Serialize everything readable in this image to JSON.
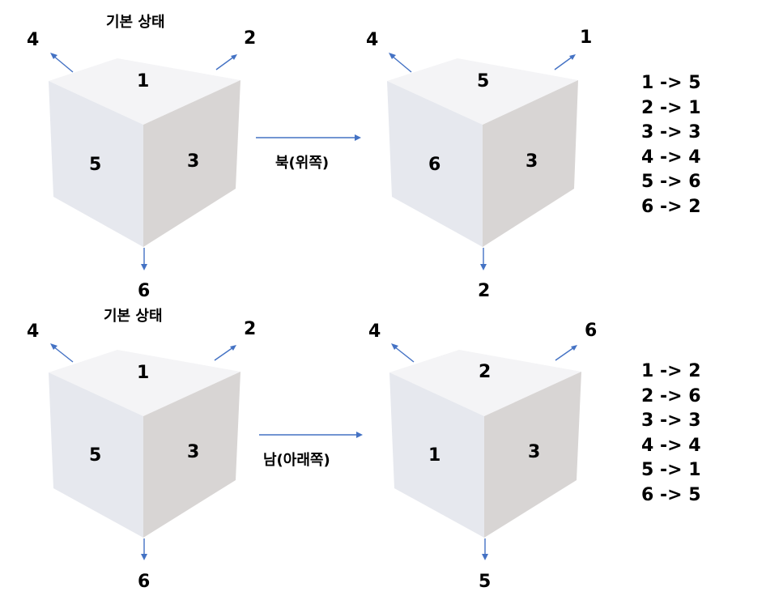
{
  "panels": [
    {
      "caption": "기본 상태",
      "before": {
        "top": "1",
        "front": "5",
        "side": "3",
        "dir_left": "4",
        "dir_right": "2",
        "dir_down": "6"
      },
      "move_label": "북(위쪽)",
      "after": {
        "top": "5",
        "front": "6",
        "side": "3",
        "dir_left": "4",
        "dir_right": "1",
        "dir_down": "2"
      },
      "mapping": [
        "1 -> 5",
        "2 -> 1",
        "3 -> 3",
        "4 -> 4",
        "5 -> 6",
        "6 -> 2"
      ]
    },
    {
      "caption": "기본 상태",
      "before": {
        "top": "1",
        "front": "5",
        "side": "3",
        "dir_left": "4",
        "dir_right": "2",
        "dir_down": "6"
      },
      "move_label": "남(아래쪽)",
      "after": {
        "top": "2",
        "front": "1",
        "side": "3",
        "dir_left": "4",
        "dir_right": "6",
        "dir_down": "5"
      },
      "mapping": [
        "1 -> 2",
        "2 -> 6",
        "3 -> 3",
        "4 -> 4",
        "5 -> 1",
        "6 -> 5"
      ]
    }
  ],
  "colors": {
    "arrow": "#4472c4",
    "cube_top": "#f4f4f6",
    "cube_front": "#e6e8ee",
    "cube_side": "#d8d5d4"
  }
}
